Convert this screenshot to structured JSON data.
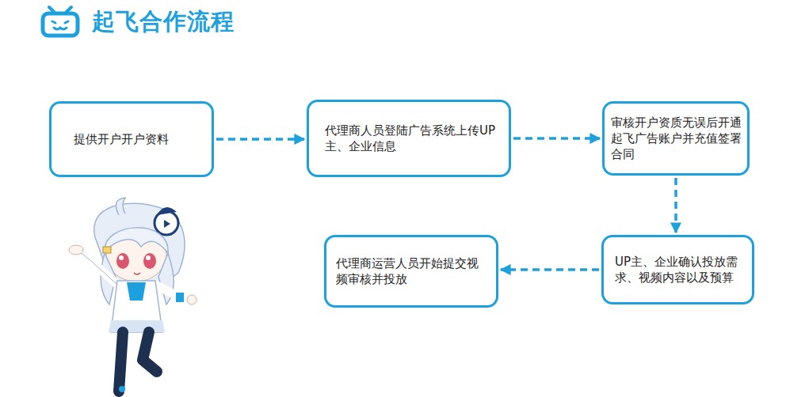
{
  "diagram": {
    "title": "起飞合作流程",
    "nodes": [
      {
        "text": [
          "提供开户开户资料"
        ]
      },
      {
        "text": [
          "代理商人员登陆广告系统上传UP主、企业信息"
        ]
      },
      {
        "text": [
          "审核开户资质无误后开通起飞广告账户并充值签署合同"
        ]
      },
      {
        "text": [
          "UP主、企业确认投放需求、视频内容以及预算"
        ]
      },
      {
        "text": [
          "代理商运营人员开始提交视频审核并投放"
        ]
      }
    ],
    "edges": [
      {
        "from": 0,
        "to": 1,
        "arrow": "to"
      },
      {
        "from": 1,
        "to": 2,
        "arrow": "to"
      },
      {
        "from": 2,
        "to": 3,
        "arrow": "to"
      },
      {
        "from": 3,
        "to": 4,
        "arrow": "to"
      }
    ]
  }
}
